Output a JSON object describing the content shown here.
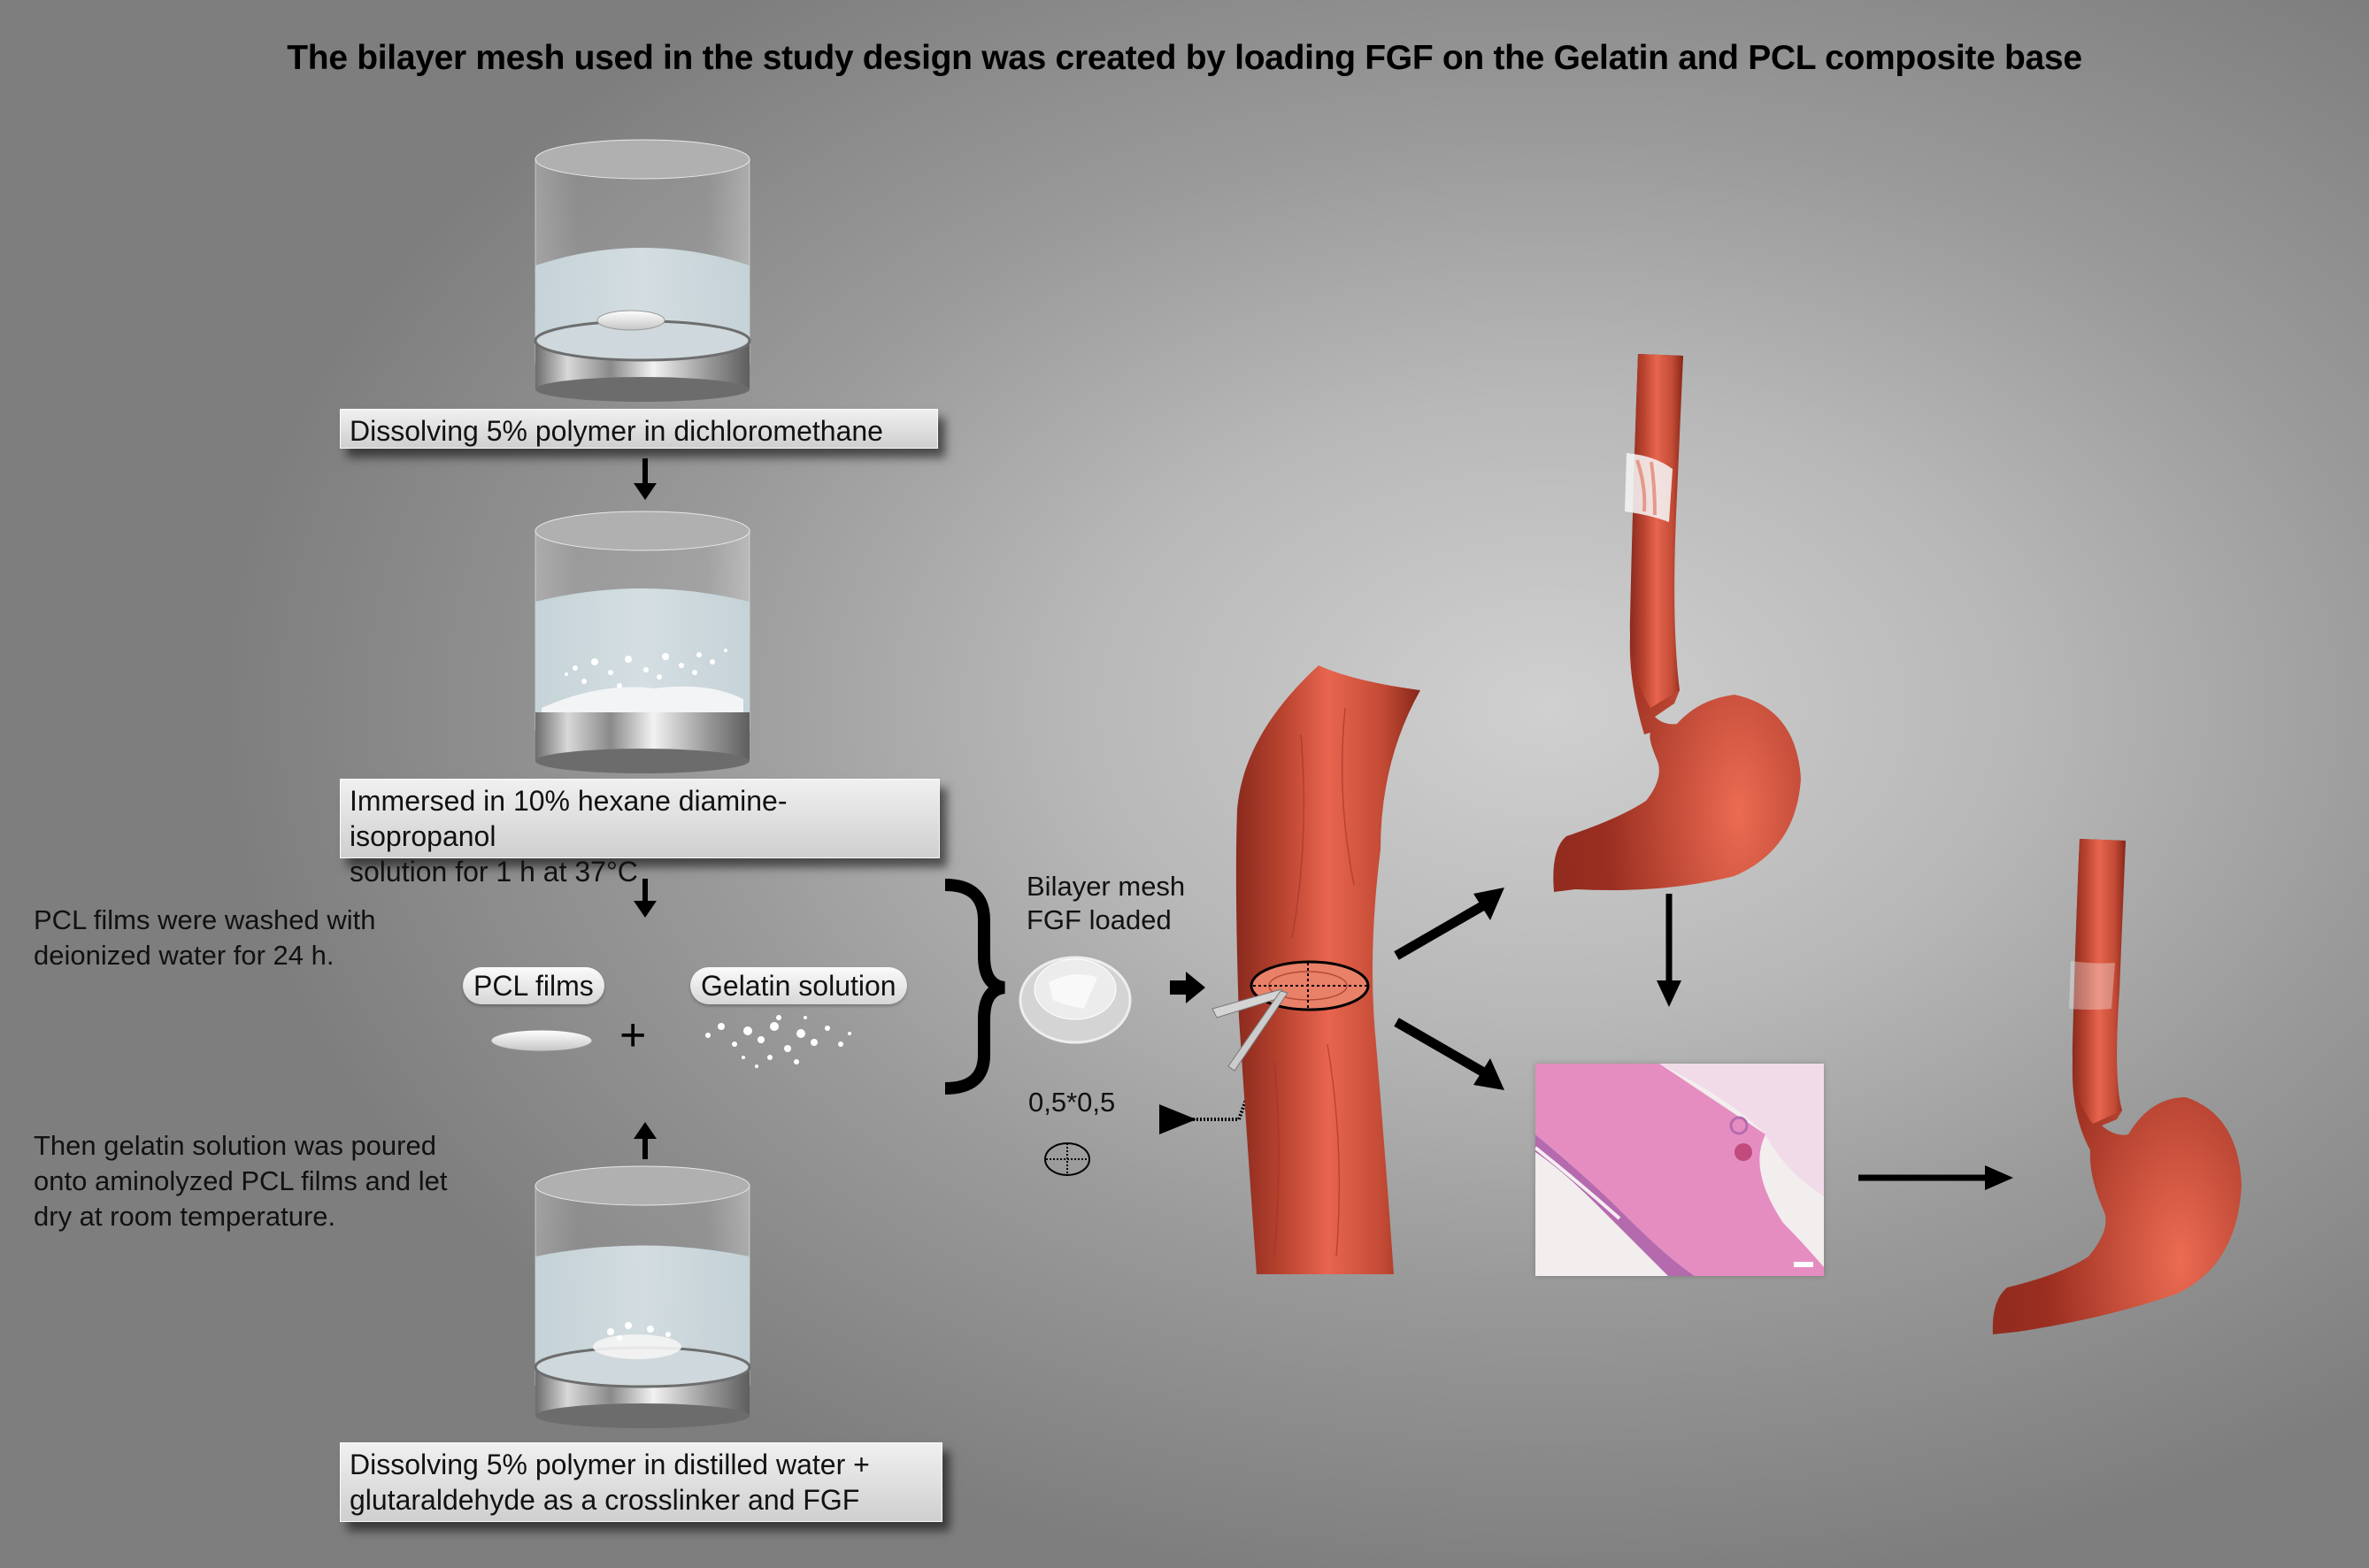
{
  "title": "The bilayer mesh used in the study design was created by loading FGF on the Gelatin and PCL composite base",
  "steps": {
    "step1_label": "Dissolving 5% polymer in dichloromethane",
    "step2_label_line1": "Immersed in 10% hexane diamine-isopropanol",
    "step2_label_line2": "solution for 1 h at 37°C",
    "step3_label_line1": "Dissolving 5% polymer in distilled water +",
    "step3_label_line2": "glutaraldehyde as a crosslinker and FGF"
  },
  "notes": {
    "wash_line1": "PCL films were washed with",
    "wash_line2": "deionized water for 24 h.",
    "pour_line1": "Then gelatin solution was poured",
    "pour_line2": "onto aminolyzed PCL films and let",
    "pour_line3": "dry at room temperature."
  },
  "components": {
    "pcl_films": "PCL films",
    "plus": "+",
    "gelatin_solution": "Gelatin solution"
  },
  "mesh": {
    "line1": "Bilayer mesh",
    "line2": "FGF loaded",
    "size": "0,5*0,5"
  },
  "colors": {
    "tissue_dark": "#8a2a1e",
    "tissue_light": "#e8654e",
    "histology_pink": "#e07ab8",
    "arrow": "#000000"
  }
}
